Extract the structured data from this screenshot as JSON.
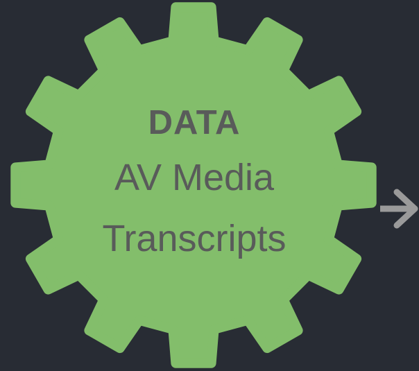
{
  "diagram": {
    "gear": {
      "title": "DATA",
      "lines": [
        "AV Media",
        "Transcripts"
      ],
      "fill_color": "#83be6b",
      "text_color": "#595b5a"
    },
    "arrow": {
      "icon": "right-arrow-icon",
      "color": "#9a9a9a"
    },
    "background_color": "#282c34"
  }
}
